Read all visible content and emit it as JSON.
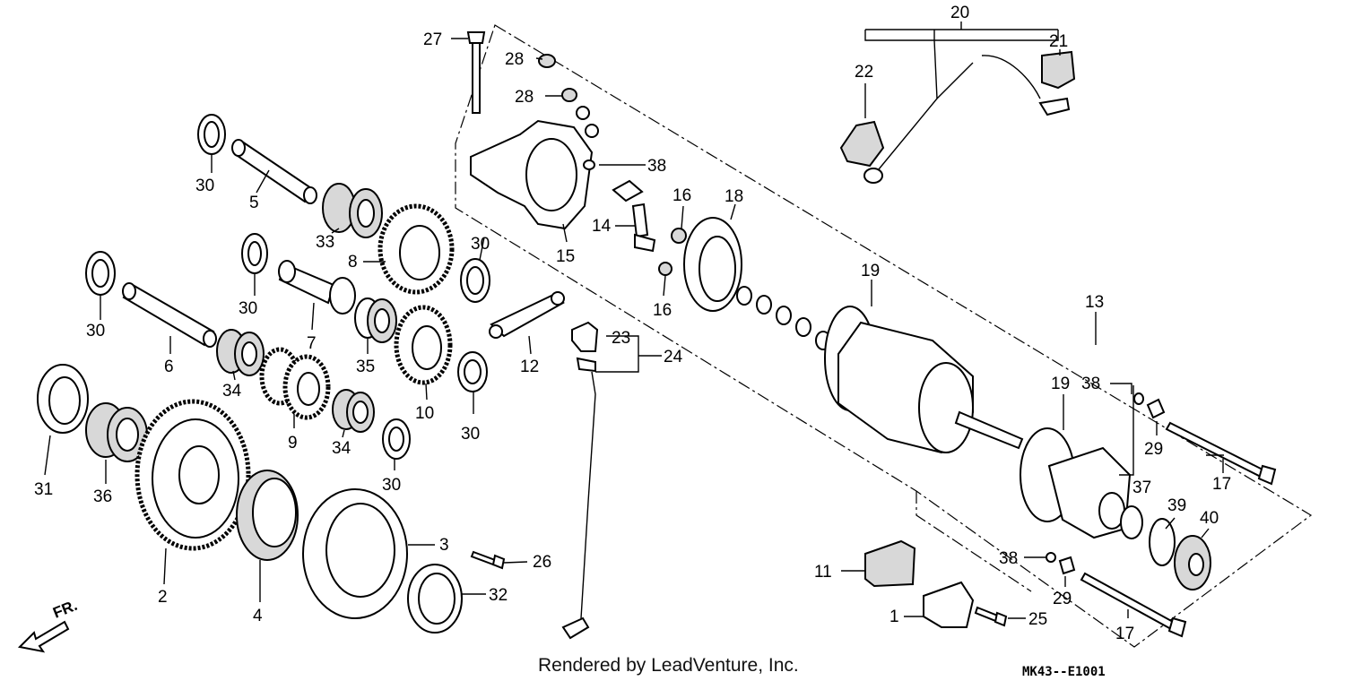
{
  "footer": {
    "credit": "Rendered by LeadVenture, Inc.",
    "diagram_code": "MK43--E1001"
  },
  "front_indicator": {
    "label": "FR.",
    "icon": "front-arrow-icon"
  },
  "callouts": [
    {
      "num": "1"
    },
    {
      "num": "2"
    },
    {
      "num": "3"
    },
    {
      "num": "4"
    },
    {
      "num": "5"
    },
    {
      "num": "6"
    },
    {
      "num": "7"
    },
    {
      "num": "8"
    },
    {
      "num": "9"
    },
    {
      "num": "10"
    },
    {
      "num": "11"
    },
    {
      "num": "12"
    },
    {
      "num": "13"
    },
    {
      "num": "14"
    },
    {
      "num": "15"
    },
    {
      "num": "16"
    },
    {
      "num": "16"
    },
    {
      "num": "17"
    },
    {
      "num": "17"
    },
    {
      "num": "18"
    },
    {
      "num": "19"
    },
    {
      "num": "19"
    },
    {
      "num": "20"
    },
    {
      "num": "21"
    },
    {
      "num": "22"
    },
    {
      "num": "23"
    },
    {
      "num": "24"
    },
    {
      "num": "25"
    },
    {
      "num": "26"
    },
    {
      "num": "27"
    },
    {
      "num": "28"
    },
    {
      "num": "28"
    },
    {
      "num": "29"
    },
    {
      "num": "29"
    },
    {
      "num": "30"
    },
    {
      "num": "30"
    },
    {
      "num": "30"
    },
    {
      "num": "30"
    },
    {
      "num": "30"
    },
    {
      "num": "30"
    },
    {
      "num": "30"
    },
    {
      "num": "31"
    },
    {
      "num": "32"
    },
    {
      "num": "33"
    },
    {
      "num": "34"
    },
    {
      "num": "34"
    },
    {
      "num": "35"
    },
    {
      "num": "36"
    },
    {
      "num": "37"
    },
    {
      "num": "38"
    },
    {
      "num": "38"
    },
    {
      "num": "38"
    },
    {
      "num": "39"
    },
    {
      "num": "40"
    }
  ]
}
